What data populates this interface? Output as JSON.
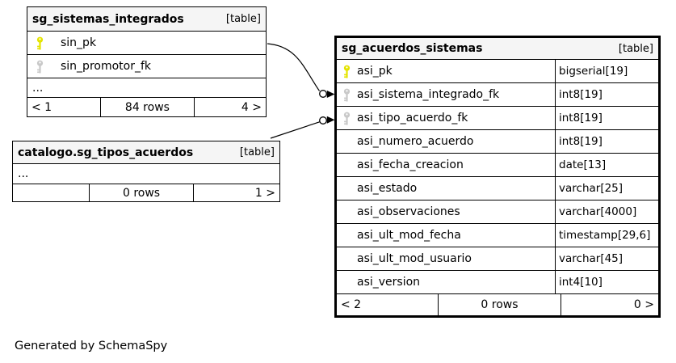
{
  "page": {
    "generated_by": "Generated by SchemaSpy"
  },
  "colors": {
    "table_header_bg": "#f5f5f5",
    "table_border": "#000000",
    "pk_key": "#e4e400",
    "fk_key": "#c9c9c9"
  },
  "tables": [
    {
      "title": "sg_sistemas_integrados",
      "badge": "[table]",
      "has_types": false,
      "columns": [
        {
          "name": "sin_pk",
          "key": "pk"
        },
        {
          "name": "sin_promotor_fk",
          "key": "fk"
        },
        {
          "name": "..."
        }
      ],
      "footer": {
        "left": "< 1",
        "center": "84 rows",
        "right": "4 >"
      }
    },
    {
      "title": "catalogo.sg_tipos_acuerdos",
      "badge": "[table]",
      "has_types": false,
      "columns": [
        {
          "name": "..."
        }
      ],
      "footer": {
        "left": "",
        "center": "0 rows",
        "right": "1 >"
      }
    },
    {
      "title": "sg_acuerdos_sistemas",
      "badge": "[table]",
      "has_types": true,
      "columns": [
        {
          "name": "asi_pk",
          "type": "bigserial[19]",
          "key": "pk"
        },
        {
          "name": "asi_sistema_integrado_fk",
          "type": "int8[19]",
          "key": "fk"
        },
        {
          "name": "asi_tipo_acuerdo_fk",
          "type": "int8[19]",
          "key": "fk"
        },
        {
          "name": "asi_numero_acuerdo",
          "type": "int8[19]"
        },
        {
          "name": "asi_fecha_creacion",
          "type": "date[13]"
        },
        {
          "name": "asi_estado",
          "type": "varchar[25]"
        },
        {
          "name": "asi_observaciones",
          "type": "varchar[4000]"
        },
        {
          "name": "asi_ult_mod_fecha",
          "type": "timestamp[29,6]"
        },
        {
          "name": "asi_ult_mod_usuario",
          "type": "varchar[45]"
        },
        {
          "name": "asi_version",
          "type": "int4[10]"
        }
      ],
      "footer": {
        "left": "< 2",
        "center": "0 rows",
        "right": "0 >"
      }
    }
  ],
  "relationships": [
    {
      "from": "sg_sistemas_integrados.sin_pk",
      "to": "sg_acuerdos_sistemas.asi_sistema_integrado_fk"
    },
    {
      "from": "catalogo.sg_tipos_acuerdos",
      "to": "sg_acuerdos_sistemas.asi_tipo_acuerdo_fk"
    }
  ]
}
